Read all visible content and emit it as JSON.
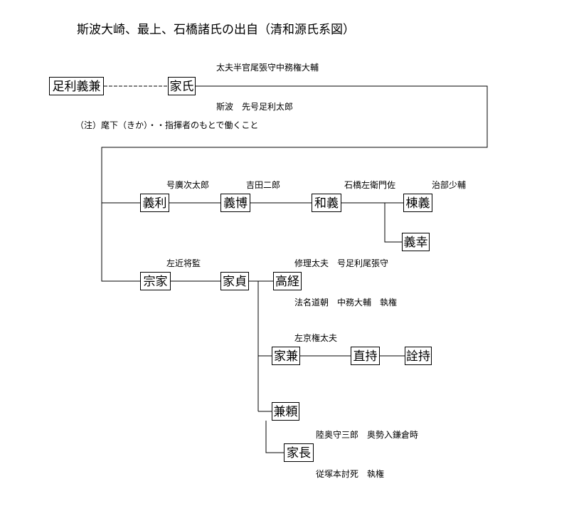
{
  "title": "斯波大崎、最上、石橋諸氏の出自（清和源氏系図）",
  "persons": {
    "ashikaga_yoshikane": "足利義兼",
    "ieuji": "家氏",
    "yoshitoshi": "義利",
    "yoshihiro": "義博",
    "kazuyoshi": "和義",
    "muneyoshi": "棟義",
    "yoshiyuki": "義幸",
    "muneie": "宗家",
    "iesada": "家貞",
    "takatsune": "高経",
    "iekane": "家兼",
    "naomochi": "直持",
    "akimochi": "詮持",
    "kaneyori": "兼頼",
    "ienaga": "家長"
  },
  "notes": {
    "ieuji_above": "太夫半官尾張守中務権大輔",
    "ieuji_below": "斯波　先号足利太郎",
    "footnote": "（注）麾下（きか）・・指揮者のもとで働くこと",
    "yoshitoshi_above": "号廣次太郎",
    "yoshihiro_above": "吉田二郎",
    "kazuyoshi_above": "石橋左衛門佐",
    "muneyoshi_above": "治部少輔",
    "muneie_above": "左近将監",
    "takatsune_above": "修理太夫　号足利尾張守",
    "takatsune_below": "法名道朝　中務大輔　執権",
    "iekane_above": "左京権太夫",
    "kaneyori_below": "陸奥守三郎　奥勢入鎌倉時",
    "ienaga_below": "従塚本討死　執権"
  }
}
